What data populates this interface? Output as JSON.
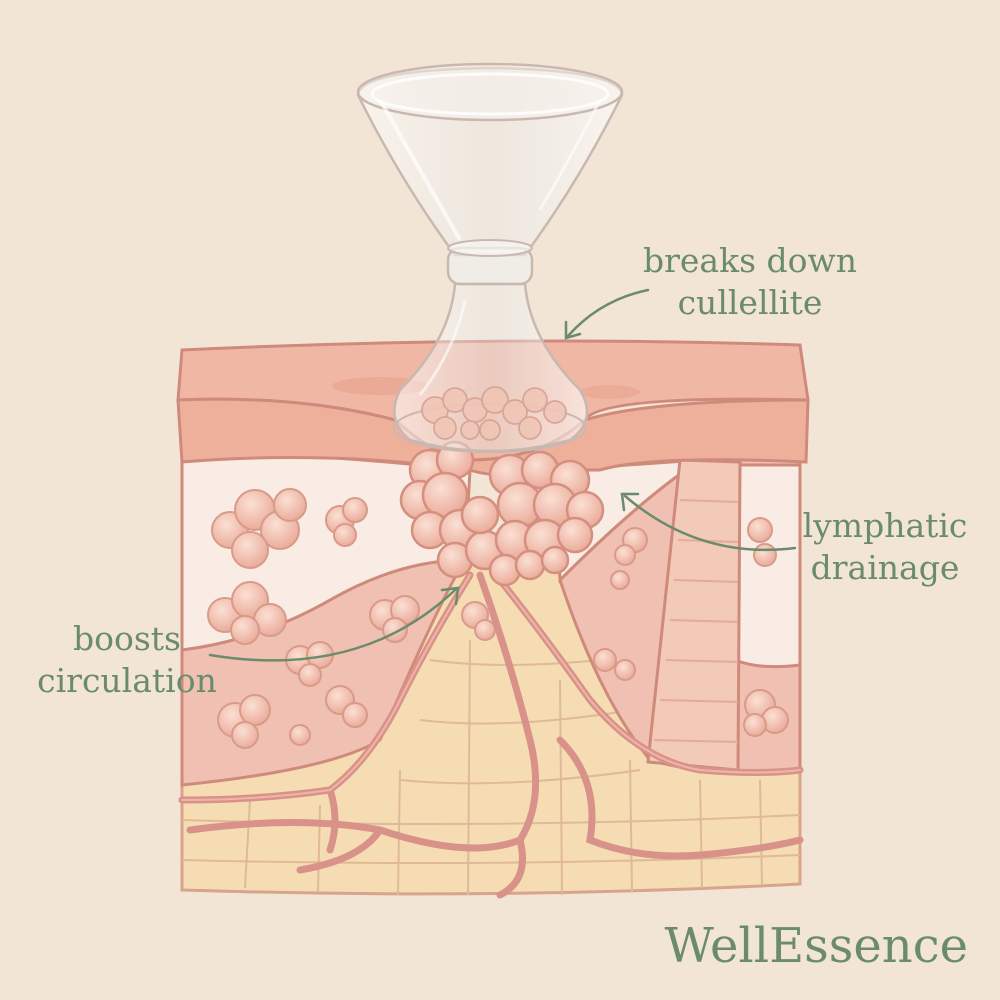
{
  "labels": {
    "breaks_down": [
      "breaks down",
      "cullellite"
    ],
    "lymphatic": [
      "lymphatic",
      "drainage"
    ],
    "boosts": [
      "boosts",
      "circulation"
    ]
  },
  "brand": "WellEssence",
  "colors": {
    "background": "#f3e5d6",
    "label_green": "#6a8c6c",
    "skin_top": "#f0b8a4",
    "skin_edge": "#cf8a7b",
    "fat_layer": "#f8ece4",
    "dermis_pink": "#f0c0b2",
    "fat_lobules": "#f2ccb7",
    "deep_tissue": "#f6dcb2",
    "vessel": "#d8928a",
    "glass": "#e8eef0"
  }
}
